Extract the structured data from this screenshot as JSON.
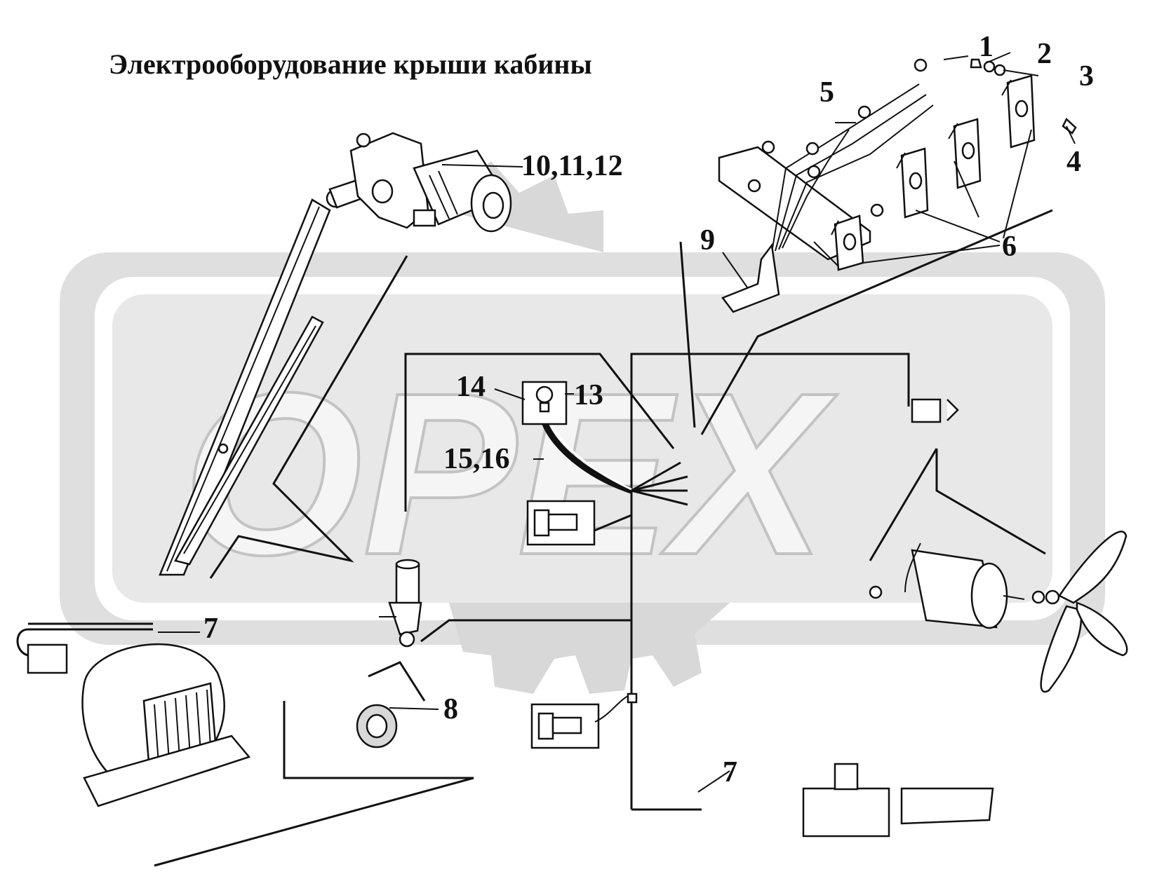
{
  "title": "Электрооборудование крыши кабины",
  "watermark": {
    "text": "OPEX",
    "color": "#c8c8c8"
  },
  "callouts": [
    "1",
    "2",
    "3",
    "4",
    "5",
    "6",
    "7",
    "7",
    "8",
    "9",
    "10,11,12",
    "13",
    "14",
    "15,16"
  ],
  "parts": {
    "wiper_motor": "10,11,12",
    "switch_panel": "6",
    "fan": "",
    "blower": "",
    "grommet": "8",
    "harness": "7"
  }
}
